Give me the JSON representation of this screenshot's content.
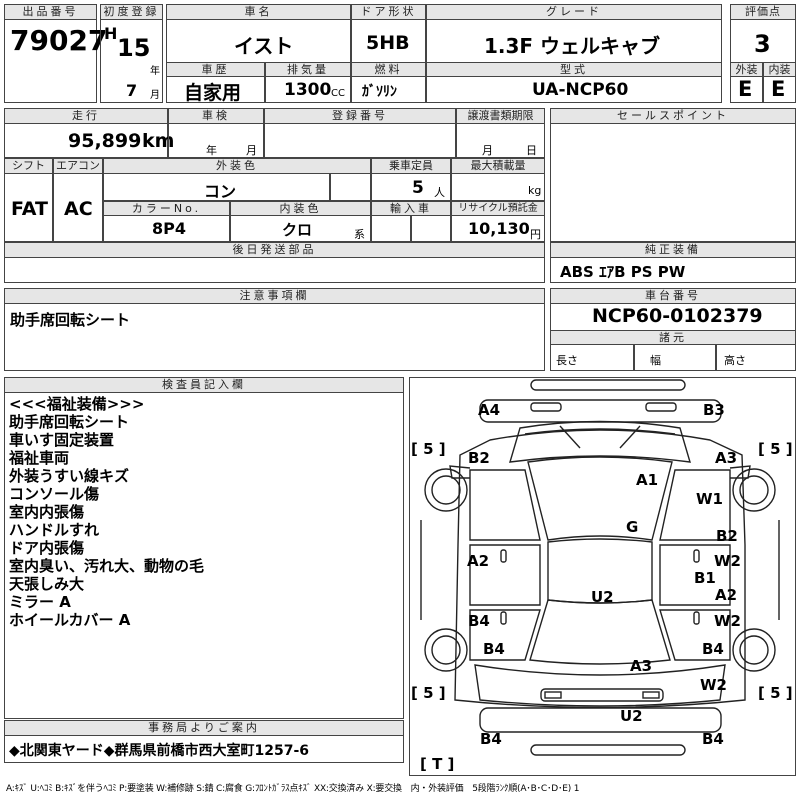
{
  "top": {
    "lot_label": "出品番号",
    "lot_value": "79027",
    "reg_label": "初度登録",
    "era": "H",
    "year": "15",
    "year_unit": "年",
    "month": "7",
    "month_unit": "月",
    "name_label": "車名",
    "name_value": "イスト",
    "door_label": "ドア形状",
    "door_value": "5HB",
    "grade_label": "グレード",
    "grade_value": "1.3F ウェルキャブ",
    "score_label": "評価点",
    "score_value": "3",
    "history_label": "車歴",
    "history_value": "自家用",
    "disp_label": "排気量",
    "disp_value": "1300",
    "disp_unit": "cc",
    "fuel_label": "燃料",
    "fuel_value": "ｶﾞｿﾘﾝ",
    "model_label": "型式",
    "model_value": "UA-NCP60",
    "ext_label": "外装",
    "ext_value": "E",
    "int_label": "内装",
    "int_value": "E"
  },
  "mid": {
    "mileage_label": "走行",
    "mileage_value": "95,899",
    "mileage_unit": "km",
    "inspect_label": "車検",
    "inspect_year": "年",
    "inspect_month": "月",
    "regno_label": "登録番号",
    "transfer_label": "譲渡書類期限",
    "transfer_month": "月",
    "transfer_day": "日",
    "shift_label": "シフト",
    "shift_value": "FAT",
    "ac_label": "エアコン",
    "ac_value": "AC",
    "color_label": "外装色",
    "color_value": "コン",
    "cap_label": "乗車定員",
    "cap_value": "5",
    "cap_unit": "人",
    "load_label": "最大積載量",
    "load_unit": "kg",
    "colorno_label": "カラーNo.",
    "colorno_value": "8P4",
    "intcolor_label": "内装色",
    "intcolor_value": "クロ",
    "intcolor_unit": "系",
    "import_label": "輸入車",
    "recycle_label": "リサイクル預託金",
    "recycle_value": "10,130",
    "recycle_unit": "円",
    "later_label": "後日発送部品",
    "sales_label": "セールスポイント",
    "equip_label": "純正装備",
    "equip_value": "ABS ｴｱB PS PW"
  },
  "notes": {
    "label": "注意事項欄",
    "value": "助手席回転シート",
    "chassis_label": "車台番号",
    "chassis_value": "NCP60-0102379",
    "spec_label": "諸元",
    "length_label": "長さ",
    "width_label": "幅",
    "height_label": "高さ"
  },
  "inspector": {
    "label": "検査員記入欄",
    "lines": [
      "<<<福祉装備>>>",
      "助手席回転シート",
      "車いす固定装置",
      "福祉車両",
      "外装うすい線キズ",
      "コンソール傷",
      "室内内張傷",
      "ハンドルすれ",
      "ドア内張傷",
      "室内臭い、汚れ大、動物の毛",
      "天張しみ大",
      "ミラー A",
      "ホイールカバー A"
    ]
  },
  "office": {
    "label": "事務局よりご案内",
    "value": "◆北関東ヤード◆群馬県前橋市西大室町1257-6"
  },
  "diagram": {
    "tires": [
      "[ 5 ]",
      "[ 5 ]",
      "[ 5 ]",
      "[ 5 ]"
    ],
    "spare": "[ T ]",
    "marks": {
      "a4": "A4",
      "b3": "B3",
      "b2_l": "B2",
      "a3_r": "A3",
      "a1": "A1",
      "w1": "W1",
      "g": "G",
      "b2_r": "B2",
      "a2_l": "A2",
      "w2_r1": "W2",
      "b1": "B1",
      "a2_r": "A2",
      "u2_mid": "U2",
      "b4_l1": "B4",
      "w2_r2": "W2",
      "b4_l2": "B4",
      "b4_r1": "B4",
      "a3_mid": "A3",
      "w2_r3": "W2",
      "u2_bot": "U2",
      "b4_bl": "B4",
      "b4_br": "B4"
    }
  },
  "legend": "A:ｷｽﾞ U:ﾍｺﾐ B:ｷｽﾞを伴うﾍｺﾐ P:要塗装 W:補修跡 S:錆 C:腐食 G:ﾌﾛﾝﾄｶﾞﾗｽ点ｷｽﾞ XX:交換済み X:要交換　内・外装評価　5段階ﾗﾝｸ順(A･B･C･D･E) 1"
}
